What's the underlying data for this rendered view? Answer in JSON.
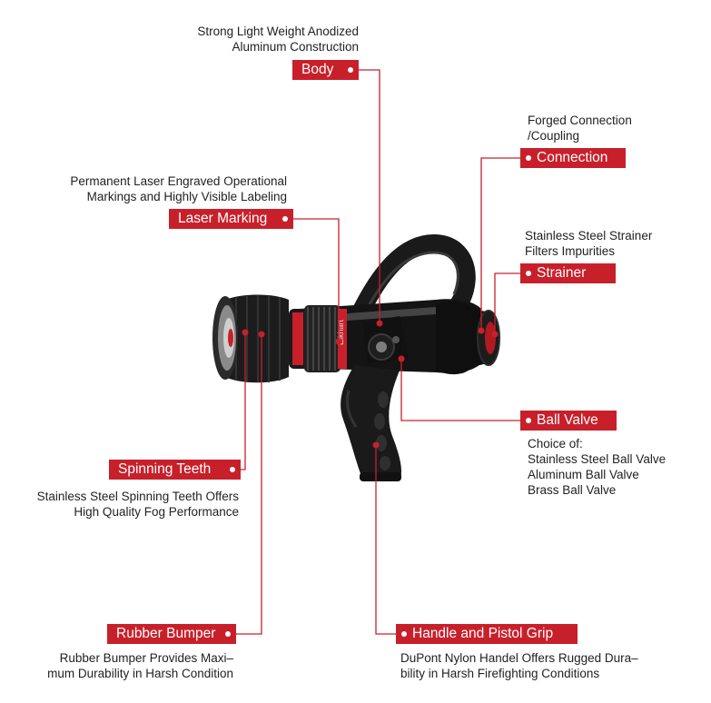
{
  "callouts": {
    "body": {
      "label": "Body",
      "desc": [
        "Strong Light Weight Anodized",
        "Aluminum Construction"
      ]
    },
    "connection": {
      "label": "Connection",
      "desc": [
        "Forged Connection",
        "/Coupling"
      ]
    },
    "laser_marking": {
      "label": "Laser Marking",
      "desc": [
        "Permanent Laser Engraved Operational",
        "Markings and Highly Visible Labeling"
      ]
    },
    "strainer": {
      "label": "Strainer",
      "desc": [
        "Stainless Steel Strainer",
        "Filters Impurities"
      ]
    },
    "ball_valve": {
      "label": "Ball Valve",
      "desc": [
        "Choice of:",
        "Stainless Steel Ball Valve",
        "Aluminum Ball Valve",
        "Brass Ball Valve"
      ]
    },
    "spinning_teeth": {
      "label": "Spinning Teeth",
      "desc": [
        "Stainless Steel Spinning Teeth Offers",
        "High Quality Fog Performance"
      ]
    },
    "rubber_bumper": {
      "label": "Rubber Bumper",
      "desc": [
        "Rubber Bumper Provides Maxi–",
        "mum Durability in Harsh Condition"
      ]
    },
    "handle_grip": {
      "label": "Handle and Pistol Grip",
      "desc": [
        "DuPont Nylon Handel Offers Rugged Dura–",
        "bility in Harsh Firefighting Conditions"
      ]
    }
  },
  "colors": {
    "accent": "#c8202b",
    "nozzle": "#1a1a1a"
  },
  "product": {
    "engraving": "Elkhart"
  }
}
